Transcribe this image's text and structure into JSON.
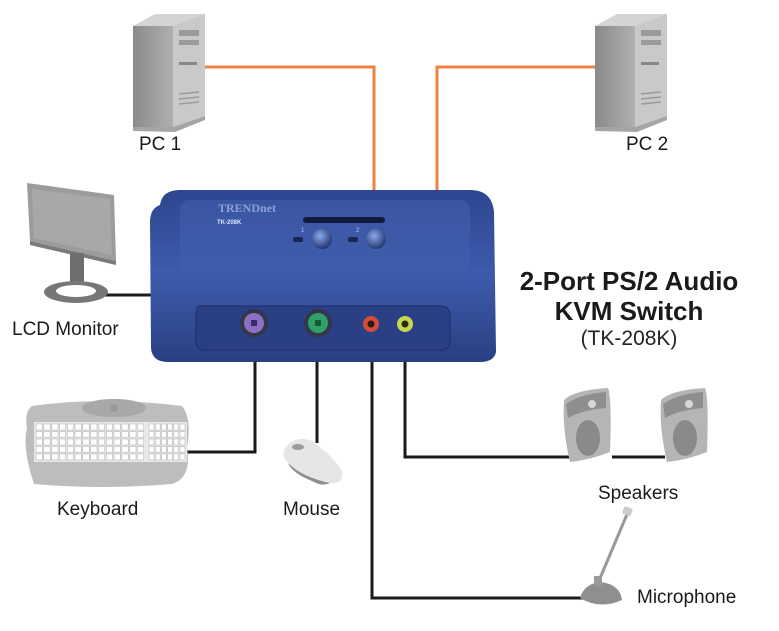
{
  "title": {
    "line1": "2-Port PS/2 Audio",
    "line2": "KVM Switch",
    "model": "(TK-208K)"
  },
  "devices": {
    "pc1": {
      "label": "PC 1",
      "icon": "tower-pc-icon"
    },
    "pc2": {
      "label": "PC 2",
      "icon": "tower-pc-icon"
    },
    "monitor": {
      "label": "LCD Monitor",
      "icon": "lcd-monitor-icon"
    },
    "keyboard": {
      "label": "Keyboard",
      "icon": "keyboard-icon"
    },
    "mouse": {
      "label": "Mouse",
      "icon": "mouse-icon"
    },
    "speakers": {
      "label": "Speakers",
      "icon": "speakers-icon"
    },
    "microphone": {
      "label": "Microphone",
      "icon": "microphone-icon"
    }
  },
  "kvm": {
    "brand": "TRENDnet",
    "model_badge": "TK-208K",
    "port_labels": [
      "1",
      "2"
    ],
    "icon": "kvm-switch-icon"
  },
  "colors": {
    "pc_cable": "#ee8040",
    "peripheral_cable": "#1a1a1a",
    "kvm_body": "#3c58a4",
    "device_gray": "#b8b8b8"
  }
}
